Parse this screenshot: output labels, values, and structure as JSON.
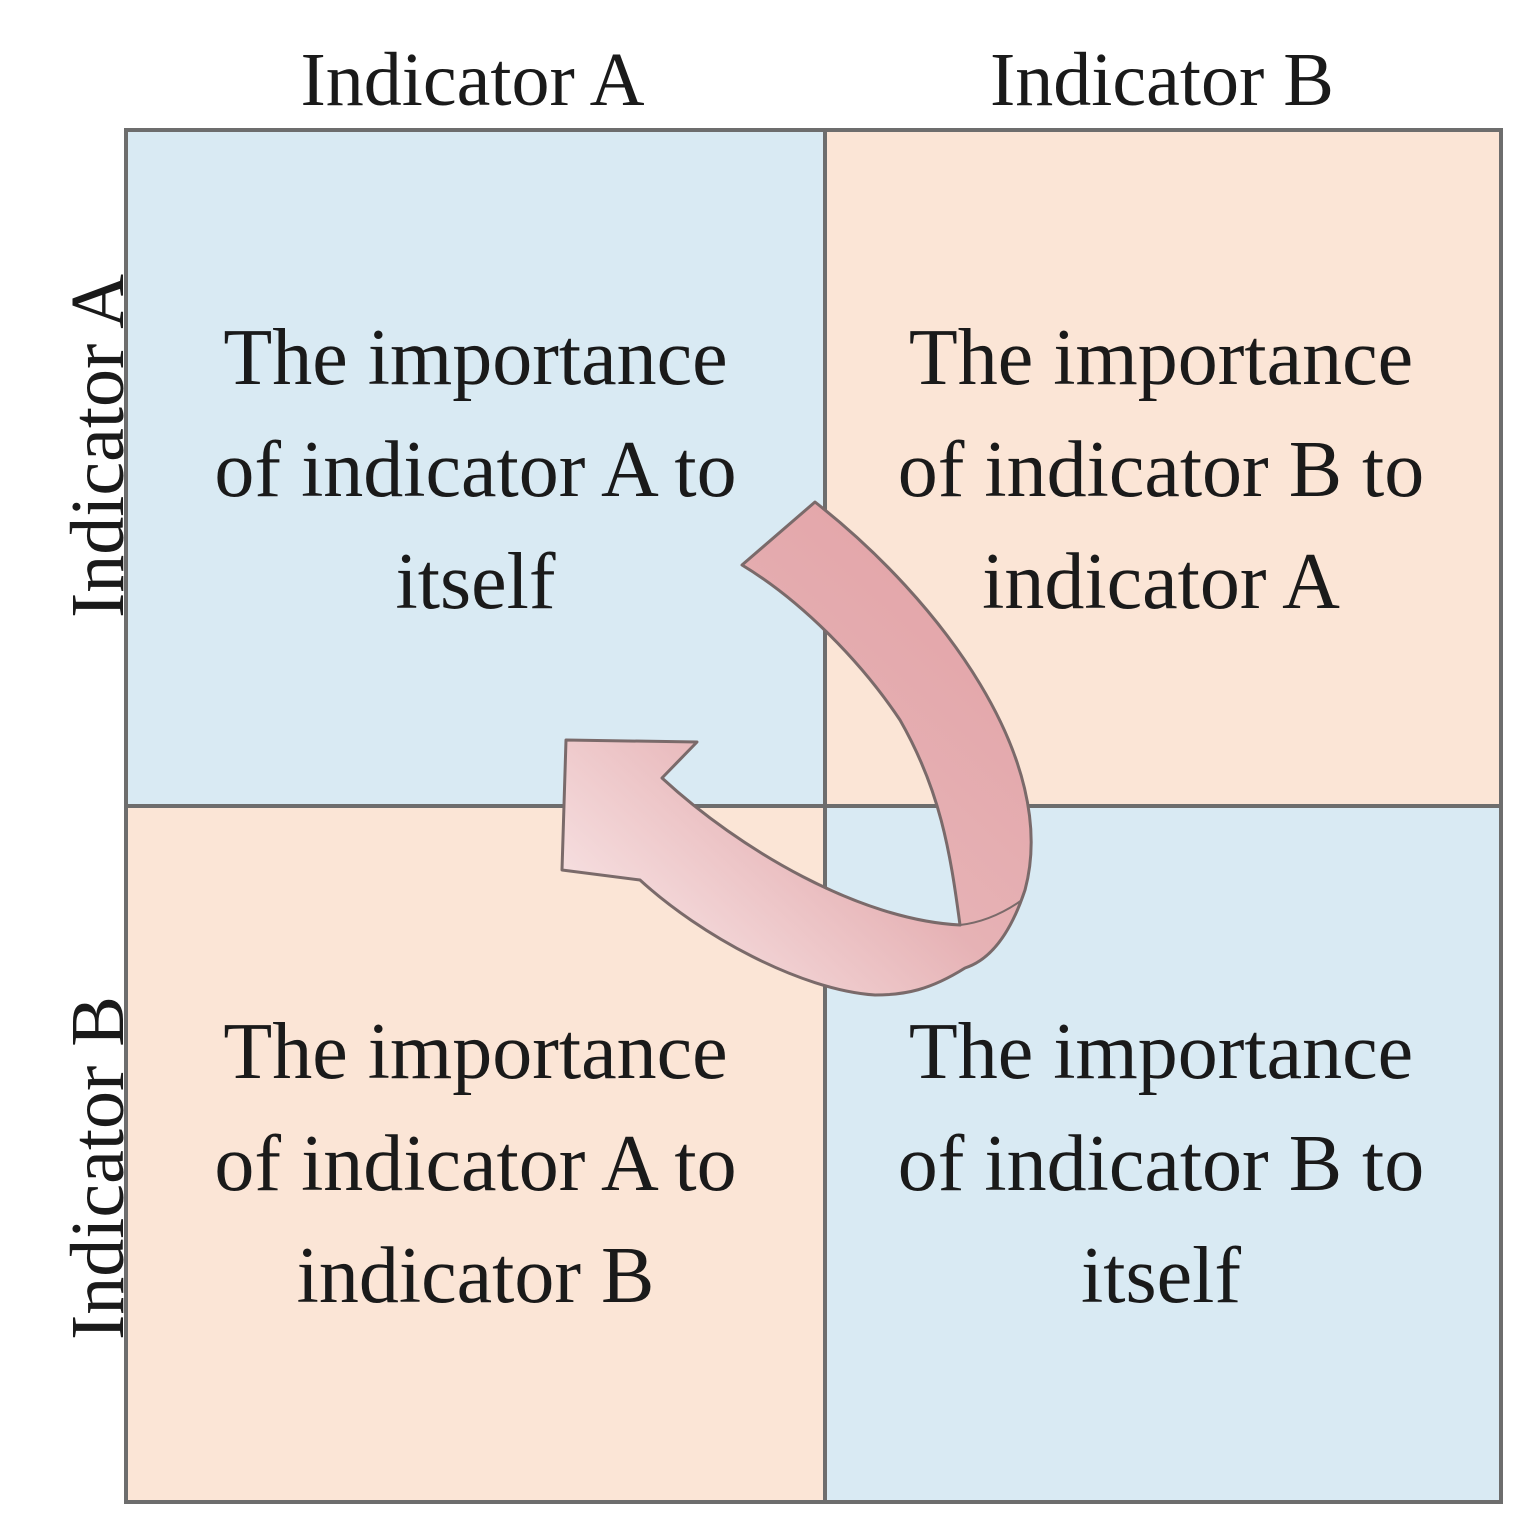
{
  "headers": {
    "col_a": "Indicator A",
    "col_b": "Indicator B",
    "row_a": "Indicator A",
    "row_b": "Indicator B"
  },
  "cells": {
    "aa": [
      "The importance",
      "of indicator A to",
      "itself"
    ],
    "ab": [
      "The importance",
      "of indicator B to",
      "indicator A"
    ],
    "ba": [
      "The importance",
      "of indicator A to",
      "indicator B"
    ],
    "bb": [
      "The importance",
      "of indicator B to",
      "itself"
    ]
  },
  "colors": {
    "diagonal_cells": "#d9eaf3",
    "off_diagonal_cells": "#fbe5d6",
    "grid_lines": "#6d6d6d",
    "arrow_fill_start": "#e3a4a8",
    "arrow_fill_end": "#f6dfe0",
    "arrow_stroke": "#7a6a6a"
  }
}
